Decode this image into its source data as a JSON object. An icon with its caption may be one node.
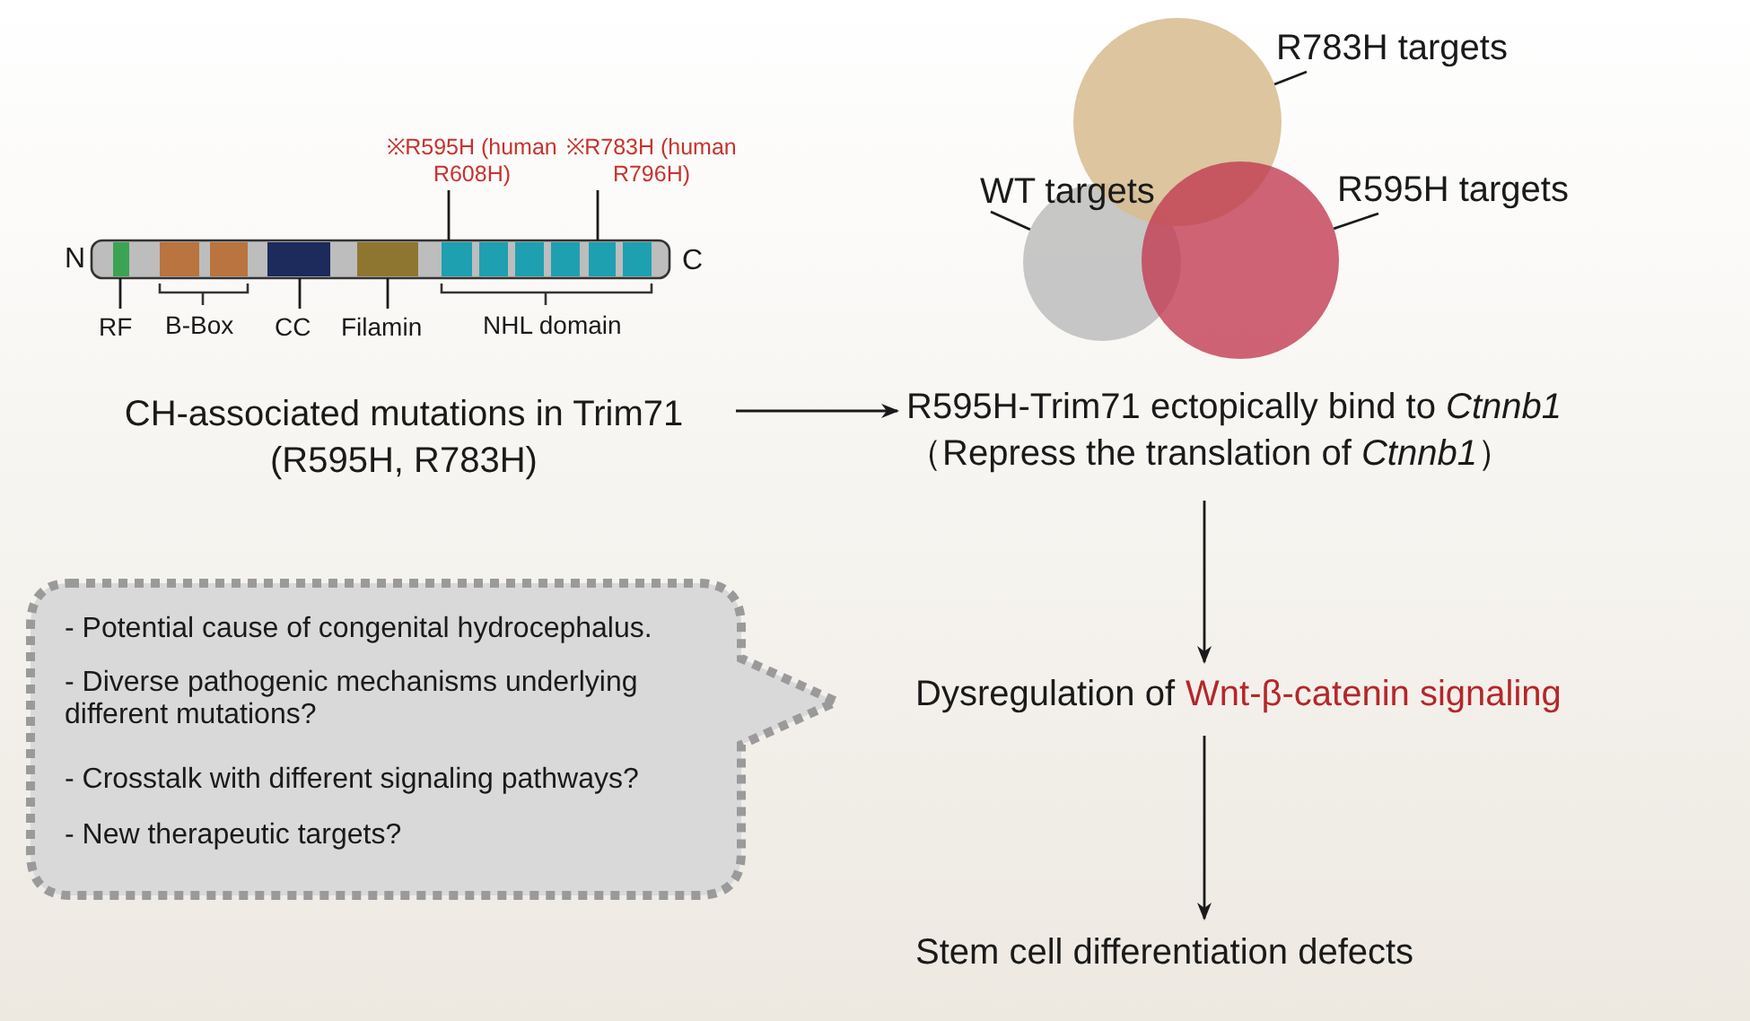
{
  "diagram": {
    "nodes": [
      {
        "text": [
          "R783H targets"
        ]
      },
      {
        "text": [
          "※R595H (human R608H)"
        ]
      },
      {
        "text": [
          "※R783H (human R796H)"
        ]
      },
      {
        "text": [
          "WT targets"
        ]
      },
      {
        "text": [
          "R595H targets"
        ]
      },
      {
        "text": [],
        "shape": "circle"
      },
      {
        "text": [],
        "shape": "circle"
      },
      {
        "text": [],
        "shape": "circle"
      },
      {
        "text": [],
        "shape": "box"
      },
      {
        "text": [],
        "shape": "box"
      },
      {
        "text": [],
        "shape": "box"
      },
      {
        "text": [],
        "shape": "box"
      },
      {
        "text": [],
        "shape": "box"
      },
      {
        "text": [
          "RF"
        ]
      },
      {
        "text": [
          "CC"
        ]
      },
      {
        "text": [
          "Filamin"
        ]
      },
      {
        "text": [
          "CH-associated mutations in Trim71 (R595H, R783H)"
        ]
      },
      {
        "text": [
          "R595H-Trim71 ectopically bind to *Ctnnb1*",
          "（Repress the translation of *Ctnnb1*）"
        ]
      },
      {
        "text": [
          "- Potential cause of congenital hydrocephalus.",
          "- Diverse pathogenic mechanisms underlying different mutations?",
          "- Crosstalk with different signaling pathways?",
          "- New therapeutic targets?"
        ]
      },
      {
        "text": [
          "Dysregulation of",
          "Wnt-β-catenin signaling"
        ]
      },
      {
        "text": [
          "Stem cell differentiation defects"
        ]
      }
    ],
    "edges": [
      {
        "from": 0,
        "to": 6,
        "arrow": "none"
      },
      {
        "from": 1,
        "to": 11,
        "arrow": "none"
      },
      {
        "from": 2,
        "to": 12,
        "arrow": "none"
      },
      {
        "from": 3,
        "to": 5,
        "arrow": "none"
      },
      {
        "from": 4,
        "to": 7,
        "arrow": "none"
      },
      {
        "from": 13,
        "to": 8,
        "arrow": "none"
      },
      {
        "from": 14,
        "to": 9,
        "arrow": "none"
      },
      {
        "from": 15,
        "to": 10,
        "arrow": "none"
      },
      {
        "from": 16,
        "to": 17,
        "arrow": "to"
      },
      {
        "from": 17,
        "to": 19,
        "arrow": "to"
      },
      {
        "from": 19,
        "to": 20,
        "arrow": "to"
      }
    ],
    "labels": [
      "N",
      "C",
      "B-Box",
      "NHL domain"
    ]
  }
}
